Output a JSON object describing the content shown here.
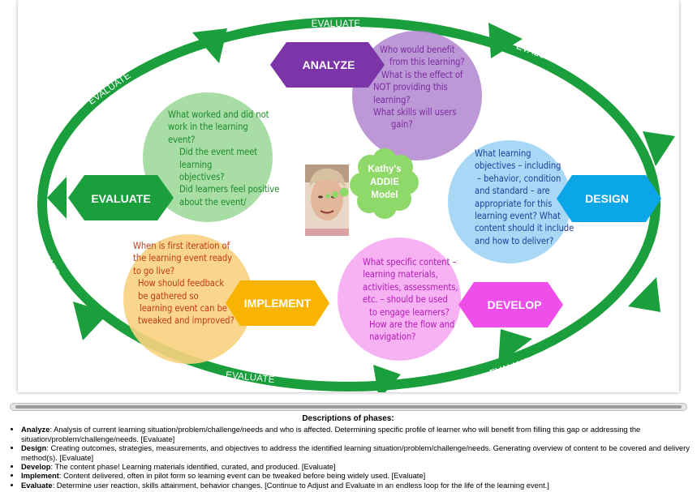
{
  "loop": {
    "label": "EVALUATE",
    "color": "#1a9f3c"
  },
  "center": {
    "label_line1": "Kathy's",
    "label_line2": "ADDIE",
    "label_line3": "Model"
  },
  "phases": {
    "analyze": {
      "label": "ANALYZE",
      "color": "#7b35a8",
      "circle_color": "#b086cf",
      "text_color": "#7b2aa0",
      "lines": [
        "Who would benefit",
        "from this learning?",
        "What is the effect of",
        "NOT providing this",
        "learning?",
        "What skills will users",
        "gain?"
      ]
    },
    "design": {
      "label": "DESIGN",
      "color": "#0aa6e8",
      "circle_color": "#a9d7f6",
      "text_color": "#1d3f9a",
      "lines": [
        "What learning",
        "objectives – including",
        " – behavior, condition",
        "and standard – are",
        "appropriate for this",
        "learning event? What",
        "content should it include",
        "and how to deliver?"
      ]
    },
    "develop": {
      "label": "DEVELOP",
      "color": "#ee4fea",
      "circle_color": "#f6b2f3",
      "text_color": "#b51bb8",
      "lines": [
        "What specific content –",
        "learning materials,",
        "activities, assessments,",
        "etc. – should be used",
        "to engage learners?",
        "How are the flow and",
        "navigation?"
      ]
    },
    "implement": {
      "label": "IMPLEMENT",
      "color": "#f8b400",
      "circle_color": "#fad17f",
      "text_color": "#c0391b",
      "lines": [
        "When is first iteration of",
        "the learning event ready",
        "to go live?",
        "How should feedback",
        "be gathered so",
        "learning event can be",
        "tweaked and improved?"
      ]
    },
    "evaluate": {
      "label": "EVALUATE",
      "color": "#1a9f3c",
      "circle_color": "#9fd99b",
      "text_color": "#1b8a2a",
      "lines": [
        "What worked and did not",
        "work in the learning",
        "event?",
        "Did the event meet learning",
        "objectives?",
        "Did learners feel positive",
        "about the event/"
      ]
    }
  },
  "descriptions": {
    "title": "Descriptions of phases:",
    "items": [
      {
        "term": "Analyze",
        "text": ": Analysis of current learning situation/problem/challenge/needs and who is affected. Determining specific profile of learner who will benefit from filling this gap or addressing the situation/problem/challenge/needs. [Evaluate]"
      },
      {
        "term": "Design",
        "text": ": Creating outcomes, strategies, measurements, and objectives to address the identified learning situation/problem/challenge/needs. Generating overview of content to be covered and delivery method(s). [Evaluate]"
      },
      {
        "term": "Develop",
        "text": ": The content phase! Learning materials identified, curated, and produced. [Evaluate]"
      },
      {
        "term": "Implement",
        "text": ": Content delivered, often in pilot form so learning event can be tweaked before being widely used. [Evaluate]"
      },
      {
        "term": "Evaluate",
        "text": ": Determine user reaction, skills attainment, behavior changes. [Continue to Adjust and Evaluate in an endless loop for the life of the learning event.]"
      }
    ]
  }
}
